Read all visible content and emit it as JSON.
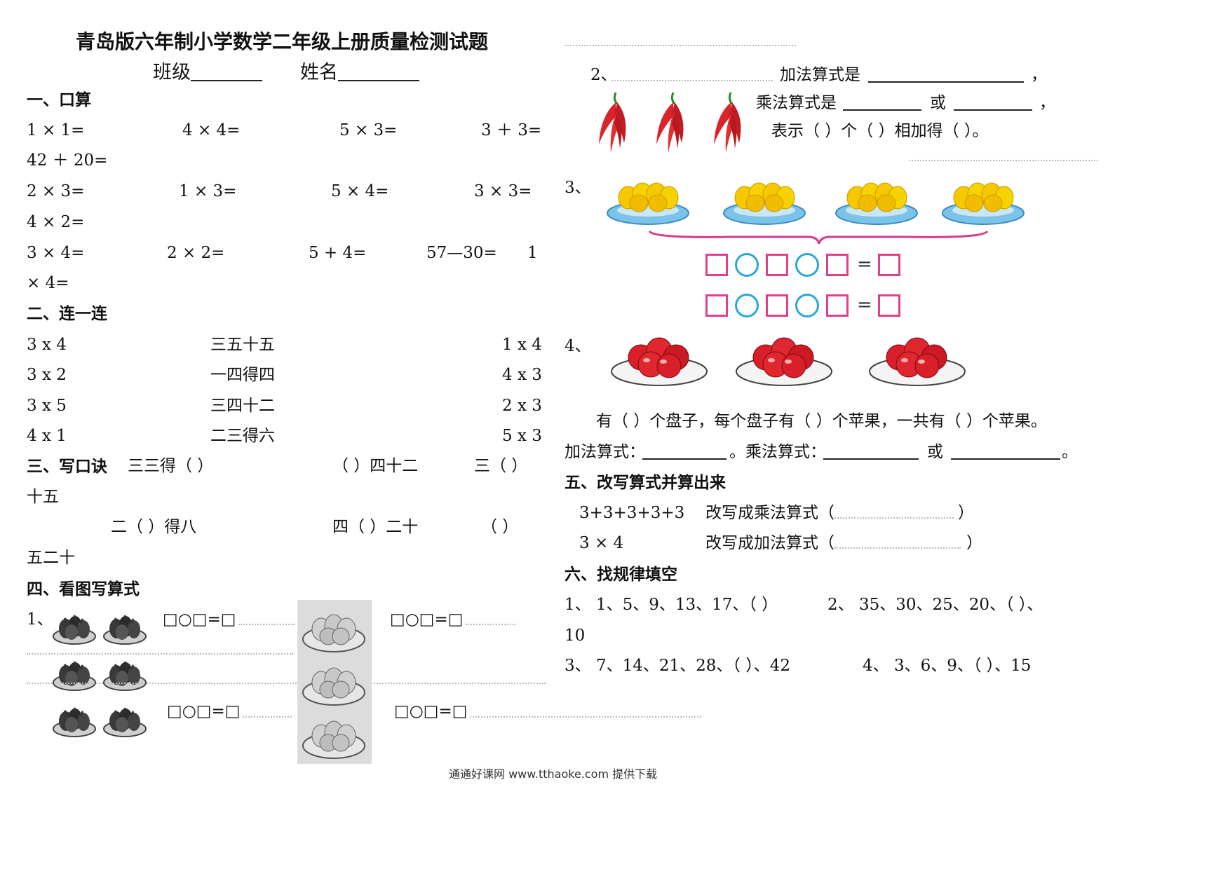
{
  "title": "青岛版六年制小学数学二年级上册质量检测试题",
  "class_label": "班级",
  "name_label": "姓名",
  "s1": {
    "heading": "一、口算",
    "row1": [
      "1 ×  1=",
      "4 ×  4=",
      "5 ×  3=",
      "3 ＋ 3="
    ],
    "row1b": "42 ＋ 20=",
    "row2": [
      "2 ×  3=",
      "1 ×  3=",
      "5 ×  4=",
      "3 ×  3="
    ],
    "row2b": "4 × 2=",
    "row3": [
      "3 × 4=",
      "2 × 2=",
      "5 + 4=",
      "57—30=",
      "1"
    ],
    "row3b": "× 4="
  },
  "s2": {
    "heading": "二、连一连",
    "left": [
      "3 x 4",
      "3 x 2",
      "3 x 5",
      "4 x 1"
    ],
    "middle": [
      "三五十五",
      "一四得四",
      "三四十二",
      "二三得六"
    ],
    "right": [
      "1 x 4",
      "4 x 3",
      "2 x 3",
      "5 x 3"
    ]
  },
  "s3": {
    "heading": "三、写口诀",
    "line1": [
      "三三得（      ）",
      "（      ）四十二",
      "三（     ）"
    ],
    "line1b": "十五",
    "line2": [
      "二（      ）得八",
      "四（      ）二十",
      "（      ）"
    ],
    "line2b": "五二十"
  },
  "s4": {
    "heading": "四、看图写算式",
    "q1_num": "1、",
    "formula": "□○□=□",
    "q2_num": "2、",
    "q2_add": "加法算式是",
    "q2_mul": "乘法算式是",
    "q2_or": "或",
    "q2_comma": "，",
    "q2_show": "表示（    ）个（    ）相加得（    ）。",
    "q3_num": "3、",
    "eq_sign": "=",
    "q4_num": "4、",
    "q4_text": "有（    ）个盘子，每个盘子有（    ）个苹果，一共有（    ）个苹果。",
    "q4_add": "加法算式：",
    "q4_mul": "。乘法算式：",
    "q4_or": "或",
    "q4_end": "。"
  },
  "s5": {
    "heading": "五、改写算式并算出来",
    "r1_left": "3+3+3+3+3",
    "r1_right": "改写成乘法算式（",
    "r2_left": "3 × 4",
    "r2_right": "改写成加法算式（",
    "close": "）"
  },
  "s6": {
    "heading": "六、找规律填空",
    "l1a": "1、 1、5、9、13、17、（      ）",
    "l1b": "2、 35、30、25、20、（      ）、",
    "l1c": "10",
    "l2a": "3、 7、14、21、28、（      ）、42",
    "l2b": "4、 3、6、9、（      ）、15"
  },
  "footer": "通通好课网  www.tthaoke.com  提供下载",
  "colors": {
    "box": "#e0408a",
    "circle": "#2aa6d8",
    "brace": "#d83a8a",
    "pepper": "#d8242a",
    "apple": "#d81f2a",
    "yellow_fruit": "#f5c800",
    "plate": "#3fa0d8"
  }
}
